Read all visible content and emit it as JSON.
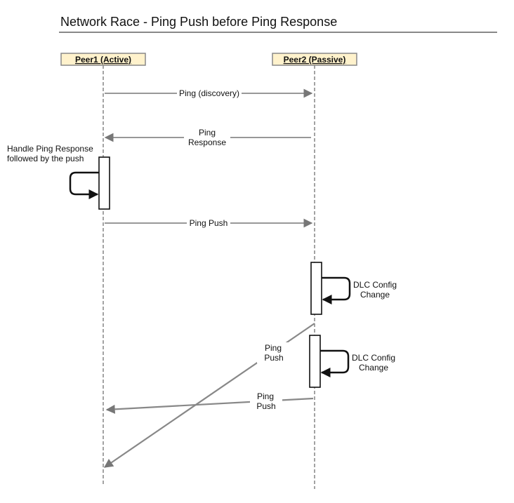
{
  "diagram": {
    "title": "Network Race - Ping Push before Ping Response",
    "participants": [
      {
        "label": "Peer1 (Active)"
      },
      {
        "label": "Peer2 (Passive)"
      }
    ],
    "messages": [
      {
        "from": "Peer1 (Active)",
        "to": "Peer2 (Passive)",
        "lines": [
          "Ping (discovery)"
        ]
      },
      {
        "from": "Peer2 (Passive)",
        "to": "Peer1 (Active)",
        "lines": [
          "Ping",
          "Response"
        ]
      },
      {
        "from": "Peer1 (Active)",
        "to": "Peer2 (Passive)",
        "lines": [
          "Ping Push"
        ]
      },
      {
        "from": "Peer2 (Passive)",
        "to": "Peer1 (Active)",
        "lines": [
          "Ping",
          "Push"
        ]
      },
      {
        "from": "Peer2 (Passive)",
        "to": "Peer1 (Active)",
        "lines": [
          "Ping",
          "Push"
        ]
      }
    ],
    "self_calls": [
      {
        "participant": "Peer1 (Active)",
        "lines": [
          "Handle Ping Response",
          "followed by the push"
        ]
      },
      {
        "participant": "Peer2 (Passive)",
        "lines": [
          "DLC Config",
          "Change"
        ]
      },
      {
        "participant": "Peer2 (Passive)",
        "lines": [
          "DLC Config",
          "Change"
        ]
      }
    ]
  }
}
